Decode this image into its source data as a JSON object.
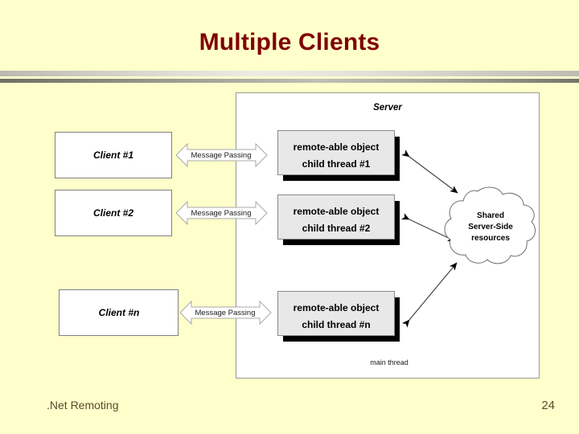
{
  "slide": {
    "title": "Multiple Clients",
    "footer_note": ".Net Remoting",
    "page_number": "24",
    "background_color": "#FFFFCC",
    "title_color": "#800000",
    "footer_color": "#5A4A2A"
  },
  "diagram": {
    "server_panel_label": "Server",
    "main_thread_label": "main thread",
    "clients": [
      {
        "label": "Client #1"
      },
      {
        "label": "Client #2"
      },
      {
        "label": "Client #n"
      }
    ],
    "message_arrows": [
      {
        "label": "Message Passing"
      },
      {
        "label": "Message Passing"
      },
      {
        "label": "Message Passing"
      }
    ],
    "threads": [
      {
        "line1": "remote-able object",
        "line2": "child thread #1"
      },
      {
        "line1": "remote-able object",
        "line2": "child thread #2"
      },
      {
        "line1": "remote-able object",
        "line2": "child thread #n"
      }
    ],
    "shared_resource": {
      "line1": "Shared",
      "line2": "Server-Side",
      "line3": "resources"
    },
    "colors": {
      "client_box_fill": "#FFFFFF",
      "client_box_stroke": "#808080",
      "thread_box_fill": "#E8E8E8",
      "thread_box_stroke": "#808080",
      "thread_box_shadow": "#000000",
      "server_panel_fill": "#FFFFFF",
      "server_panel_stroke": "#9A9A8C",
      "arrow_fill": "#FFFFFF",
      "arrow_stroke": "#A0A0A0",
      "connector_stroke": "#555555",
      "cloud_stroke": "#707070"
    }
  }
}
